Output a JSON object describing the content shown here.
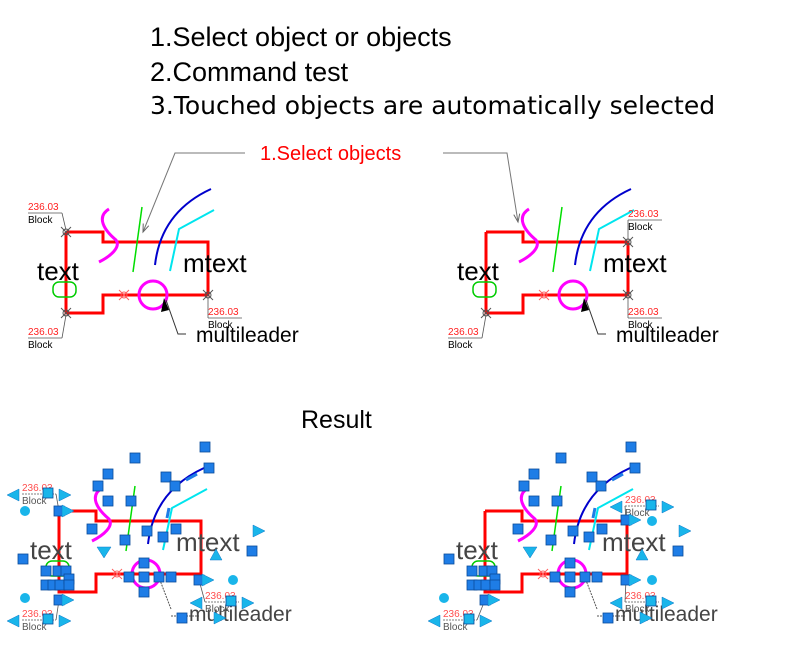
{
  "instructions": {
    "step1": "1.Select object or objects",
    "step2": "2.Command test",
    "step3": "3.Touched objects are automatically selected"
  },
  "callout": {
    "label": "1.Select objects",
    "color": "#ff0000"
  },
  "result_title": "Result",
  "drawing_labels": {
    "text": "text",
    "mtext": "mtext",
    "multileader": "multileader",
    "block_value": "236.03",
    "block_name": "Block"
  },
  "colors": {
    "polyline": "#ff0000",
    "spline": "#ff00ff",
    "line": "#00dd00",
    "arc": "#0000cc",
    "polyline2": "#00e5ee",
    "cloud": "#00cc00",
    "circle": "#ff00ff",
    "grip": "#1e7de6",
    "grip_alt": "#19b5ea",
    "block_value": "#ff2020"
  },
  "panels": [
    {
      "name": "before-all-objects",
      "state": "unselected"
    },
    {
      "name": "before-partial-selection",
      "state": "unselected"
    },
    {
      "name": "result-all-objects",
      "state": "selected"
    },
    {
      "name": "result-partial-selection",
      "state": "selected"
    }
  ]
}
